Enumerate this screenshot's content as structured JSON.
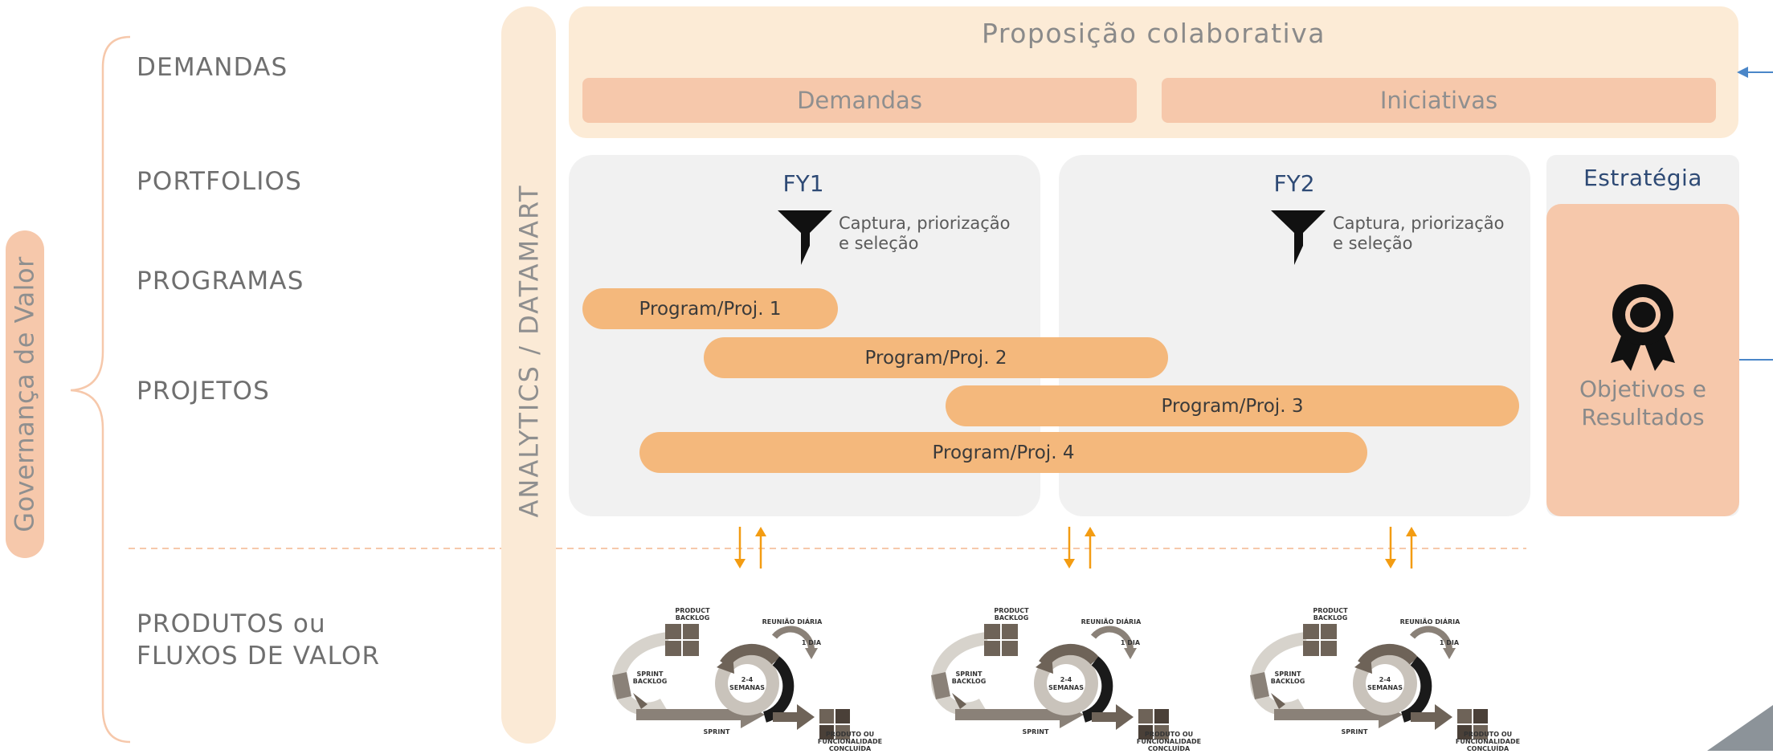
{
  "governance": {
    "label": "Governança de Valor"
  },
  "levels": {
    "demandas": "DEMANDAS",
    "portfolios": "PORTFOLIOS",
    "programas": "PROGRAMAS",
    "projetos": "PROJETOS",
    "produtos_line1": "PRODUTOS ou",
    "produtos_line2": "FLUXOS DE VALOR"
  },
  "analytics": {
    "label": "ANALYTICS / DATAMART"
  },
  "proposicao": {
    "title": "Proposição colaborativa",
    "boxes": [
      "Demandas",
      "Iniciativas"
    ]
  },
  "fy_panels": [
    {
      "title": "FY1",
      "note_line1": "Captura, priorização",
      "note_line2": "e seleção"
    },
    {
      "title": "FY2",
      "note_line1": "Captura, priorização",
      "note_line2": "e seleção"
    }
  ],
  "programs": [
    "Program/Proj. 1",
    "Program/Proj. 2",
    "Program/Proj. 3",
    "Program/Proj. 4"
  ],
  "estrategia": {
    "title": "Estratégia",
    "result_line1": "Objetivos e",
    "result_line2": "Resultados"
  },
  "scrum_cycle": {
    "product_backlog": [
      "PRODUCT",
      "BACKLOG"
    ],
    "sprint_backlog": [
      "SPRINT",
      "BACKLOG"
    ],
    "reuniao": "REUNIÃO DIÁRIA",
    "um_dia": "1 DIA",
    "semanas": [
      "2-4",
      "SEMANAS"
    ],
    "sprint": "SPRINT",
    "produto": [
      "PRODUTO OU",
      "FUNCIONALIDADE",
      "CONCLUÍDA"
    ]
  },
  "colors": {
    "peach": "#f6c8ab",
    "light_peach": "#fcebd6",
    "bar_orange": "#f4b87c",
    "arrow_orange": "#f39c12",
    "panel_gray": "#f1f1f1",
    "navy": "#2e4a75",
    "blue_arrow": "#4a86c8"
  },
  "icons": [
    "bracket-icon",
    "funnel-icon",
    "award-ribbon-icon",
    "sync-arrows-icon",
    "scrum-cycle-icon",
    "arrow-left-icon"
  ]
}
